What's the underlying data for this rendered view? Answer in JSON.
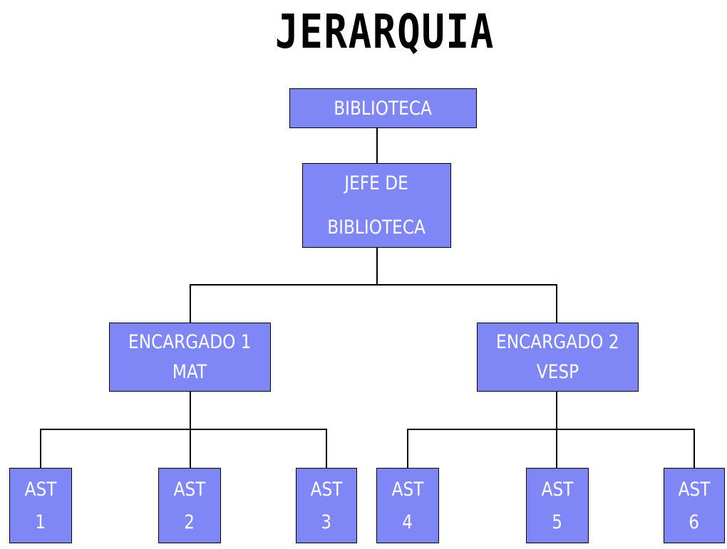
{
  "title": "JERARQUIA",
  "nodes": {
    "biblioteca": "BIBLIOTECA",
    "jefe": {
      "line1": "JEFE DE",
      "line2": "BIBLIOTECA"
    },
    "encargado1": {
      "line1": "ENCARGADO 1",
      "line2": "MAT"
    },
    "encargado2": {
      "line1": "ENCARGADO 2",
      "line2": "VESP"
    },
    "assistants": [
      {
        "label": "AST",
        "number": "1"
      },
      {
        "label": "AST",
        "number": "2"
      },
      {
        "label": "AST",
        "number": "3"
      },
      {
        "label": "AST",
        "number": "4"
      },
      {
        "label": "AST",
        "number": "5"
      },
      {
        "label": "AST",
        "number": "6"
      }
    ]
  },
  "colors": {
    "box_fill": "#7f86f5",
    "box_text": "#ffffff",
    "lines": "#000000"
  }
}
